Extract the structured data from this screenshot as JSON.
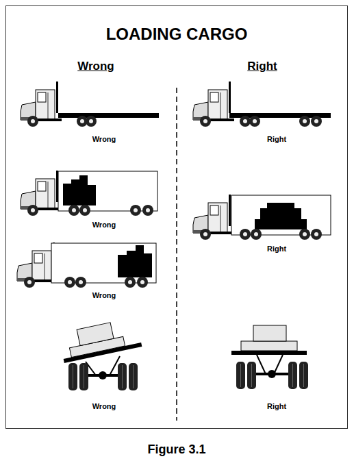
{
  "diagram": {
    "title": "LOADING CARGO",
    "caption": "Figure 3.1",
    "labels": [
      "Wrong",
      "Right",
      "Wrong",
      "Right",
      "Wrong",
      "Right",
      "Wrong",
      "Wrong",
      "Right"
    ]
  }
}
